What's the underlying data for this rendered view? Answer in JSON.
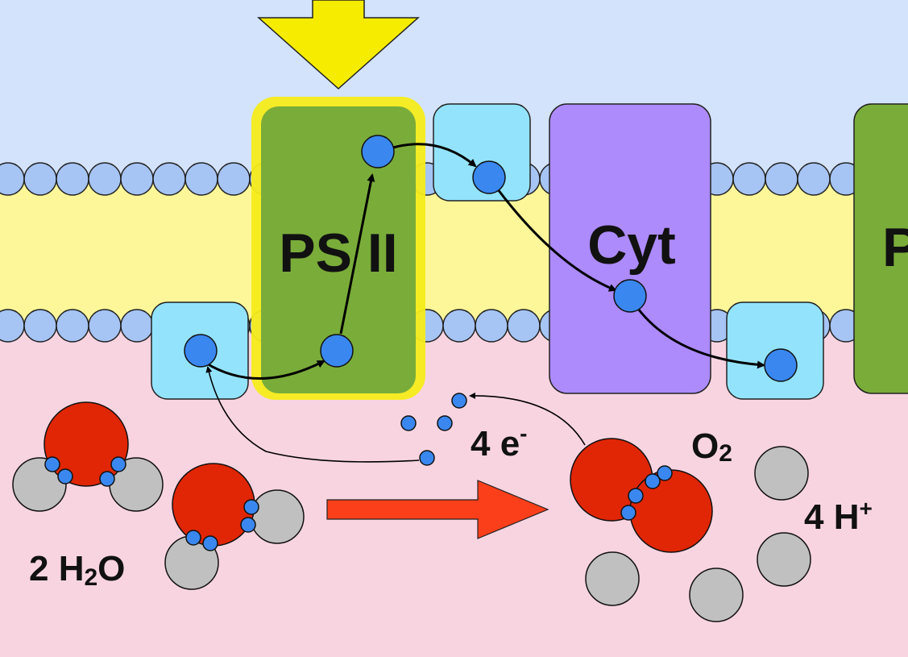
{
  "labels": {
    "ps2": "PS II",
    "cyt": "Cyt",
    "ps1_partial": "P",
    "electrons_count": "4 e",
    "electrons_sup": "-",
    "oxygen_base": "O",
    "oxygen_sub": "2",
    "protons_base": "4 H",
    "protons_sup": "+",
    "water_coef": "2 H",
    "water_sub": "2",
    "water_tail": "O"
  },
  "colors": {
    "stroma_bg": "#d3e3fb",
    "lumen_bg": "#f8d4e1",
    "membrane_core": "#fdf79a",
    "lipid_head": "#a6c4f4",
    "ps2_fill": "#7aac3a",
    "ps2_glow": "#f5ec1a",
    "cyt_fill": "#ad8bfc",
    "carrier_fill": "#93e3fc",
    "electron": "#3a87f0",
    "oxygen_atom": "#e02605",
    "hydrogen_atom": "#c0c0c0",
    "light_arrow": "#f5ec00",
    "reaction_arrow": "#fb3f1a"
  },
  "icons": {
    "light": "down-arrow-icon",
    "reaction": "right-arrow-icon"
  }
}
